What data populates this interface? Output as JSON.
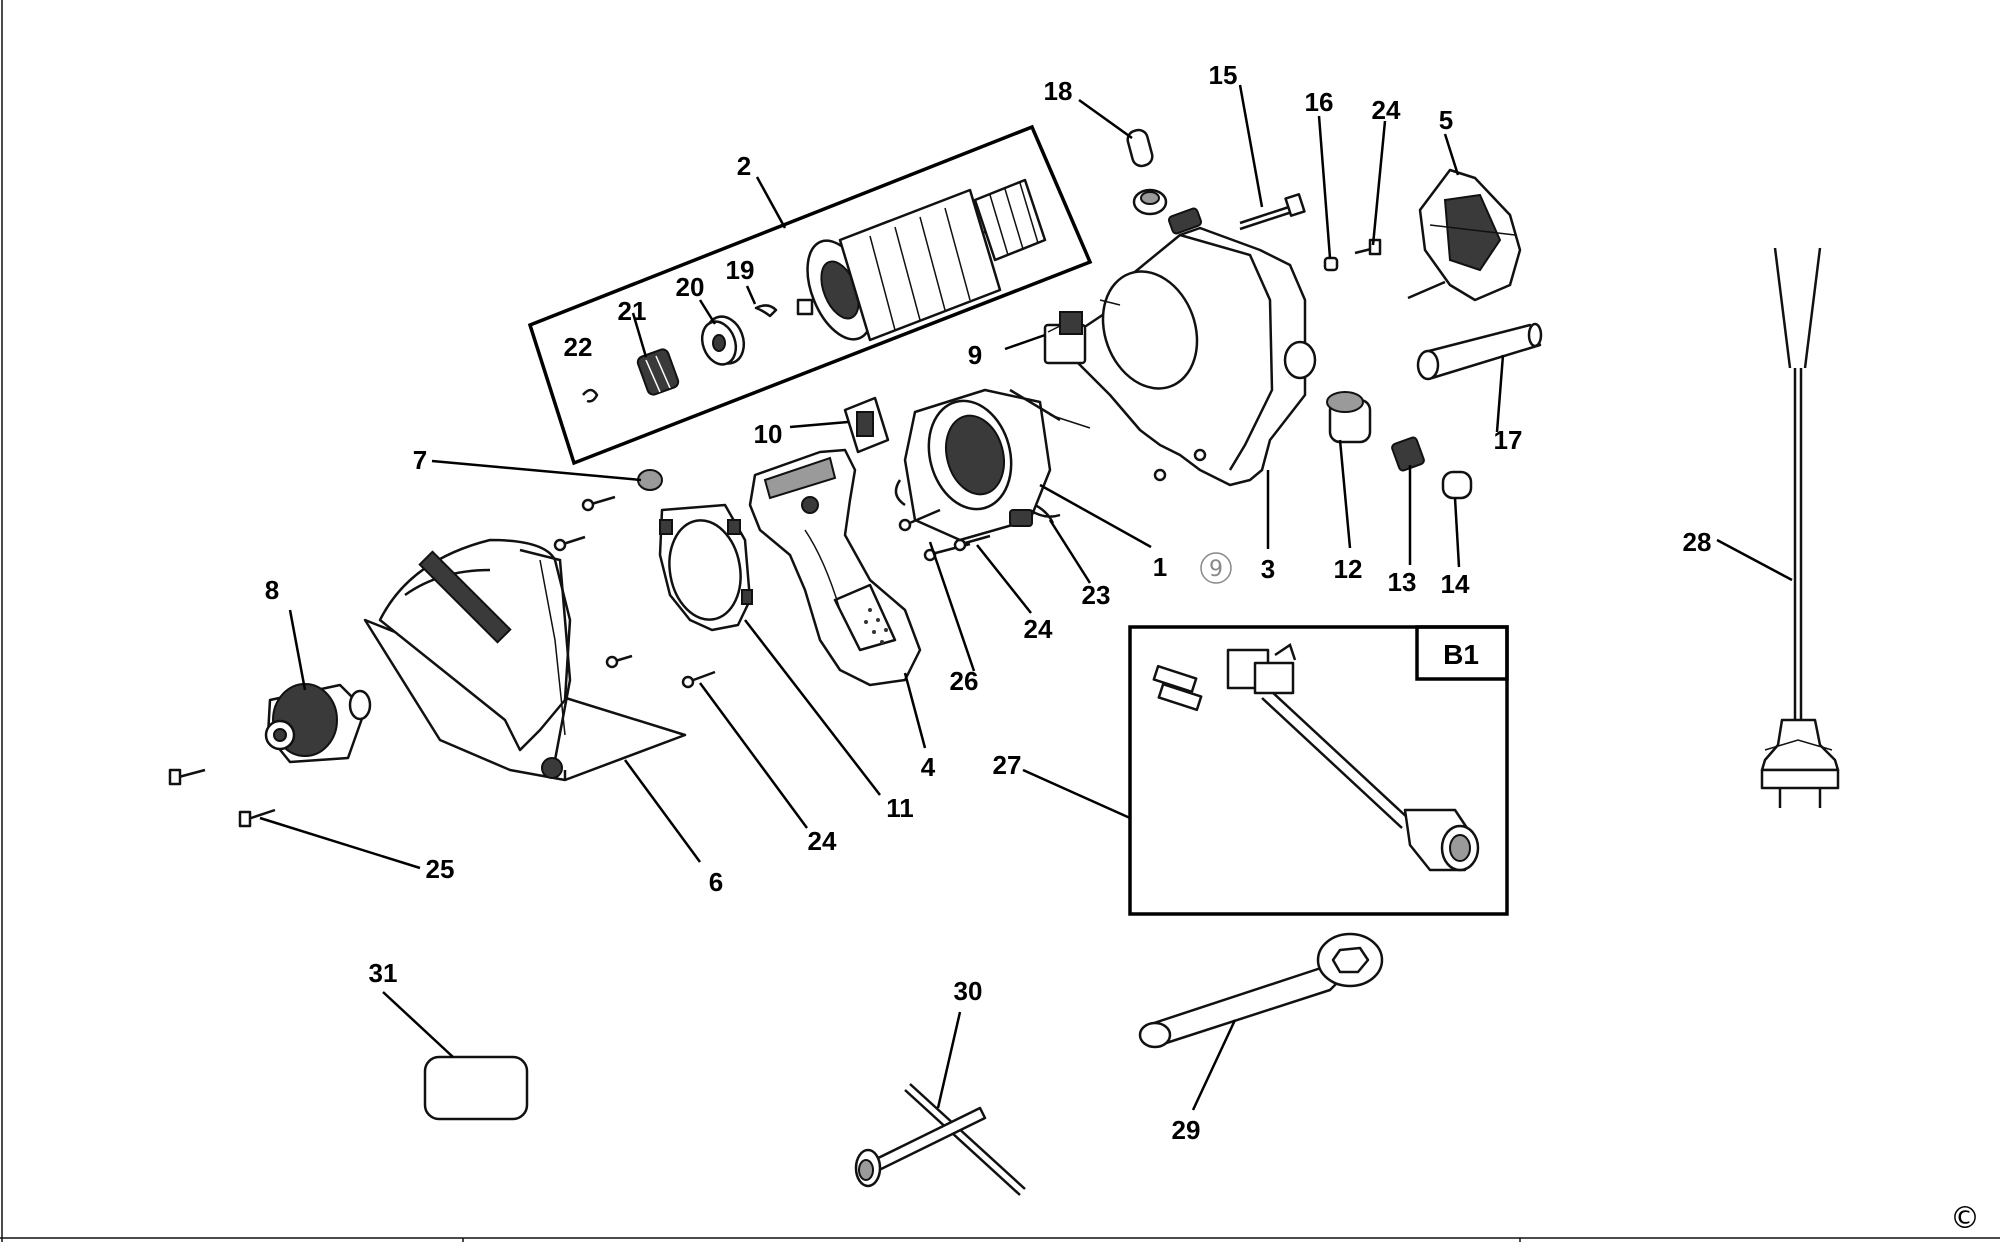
{
  "labels": {
    "l1": "1",
    "l2": "2",
    "l3": "3",
    "l4": "4",
    "l5": "5",
    "l6": "6",
    "l7": "7",
    "l8": "8",
    "l9": "9",
    "l10": "10",
    "l11": "11",
    "l12": "12",
    "l13": "13",
    "l14": "14",
    "l15": "15",
    "l16": "16",
    "l17": "17",
    "l18": "18",
    "l19": "19",
    "l20": "20",
    "l21": "21",
    "l22": "22",
    "l23": "23",
    "l24a": "24",
    "l24b": "24",
    "l24c": "24",
    "l25": "25",
    "l26": "26",
    "l27": "27",
    "l28": "28",
    "l29": "29",
    "l30": "30",
    "l31": "31"
  },
  "inset_label": "B1",
  "circled_mark": "9",
  "copyright": "©"
}
